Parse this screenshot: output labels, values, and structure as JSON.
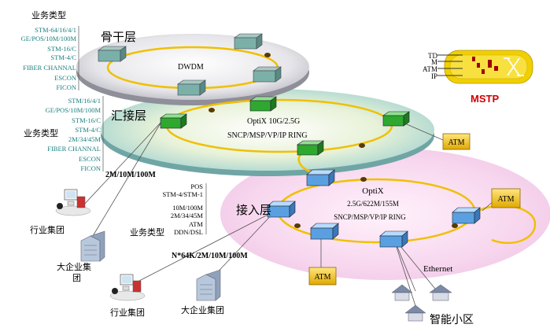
{
  "layers": {
    "backbone": "骨干层",
    "convergence": "汇接层",
    "access": "接入层"
  },
  "rings": {
    "backbone": {
      "label": "DWDM"
    },
    "convergence": {
      "line1": "OptiX 10G/2.5G",
      "line2": "SNCP/MSP/VP/IP RING"
    },
    "access": {
      "line1": "OptiX",
      "line2": "2.5G/622M/155M",
      "line3": "SNCP/MSP/VP/IP RING"
    }
  },
  "service_panels": {
    "backbone": {
      "title": "业务类型",
      "items": [
        "STM-64/16/4/1",
        "GE/POS/10M/100M",
        "STM-16/C",
        "STM-4/C",
        "FIBER CHANNAL",
        "ESCON",
        "FICON"
      ]
    },
    "convergence": {
      "title": "业务类型",
      "items": [
        "STM/16/4/1",
        "GE/POS/10M/100M",
        "STM-16/C",
        "STM-4/C",
        "2M/34/45M",
        "FIBER CHANNAL",
        "ESCON",
        "FICON"
      ]
    },
    "access": {
      "title": "业务类型",
      "items": [
        "POS",
        "STM-4/STM-1",
        "10M/100M",
        "2M/34/45M",
        "ATM",
        "DDN/DSL"
      ]
    }
  },
  "link_labels": {
    "conv_link": "2M/10M/100M",
    "access_link": "N*64K/2M/10M/100M",
    "ethernet": "Ethernet"
  },
  "sites": {
    "industry_group_1": "行业集团",
    "enterprise_1_l1": "大企业集",
    "enterprise_1_l2": "团",
    "industry_group_2": "行业集团",
    "enterprise_2": "大企业集团",
    "smart_community": "智能小区"
  },
  "atm_label": "ATM",
  "mstp": {
    "title": "MSTP",
    "inputs": [
      "TD",
      "M",
      "ATM",
      "IP"
    ]
  },
  "colors": {
    "ring_line": "#f0c000",
    "node_blue": "#5aa0e0",
    "node_green": "#2fa82f",
    "node_teal": "#7ab0a8",
    "atm_box": "#f0c000",
    "mstp_red": "#d00000",
    "service_teal": "#1a7f7f"
  }
}
